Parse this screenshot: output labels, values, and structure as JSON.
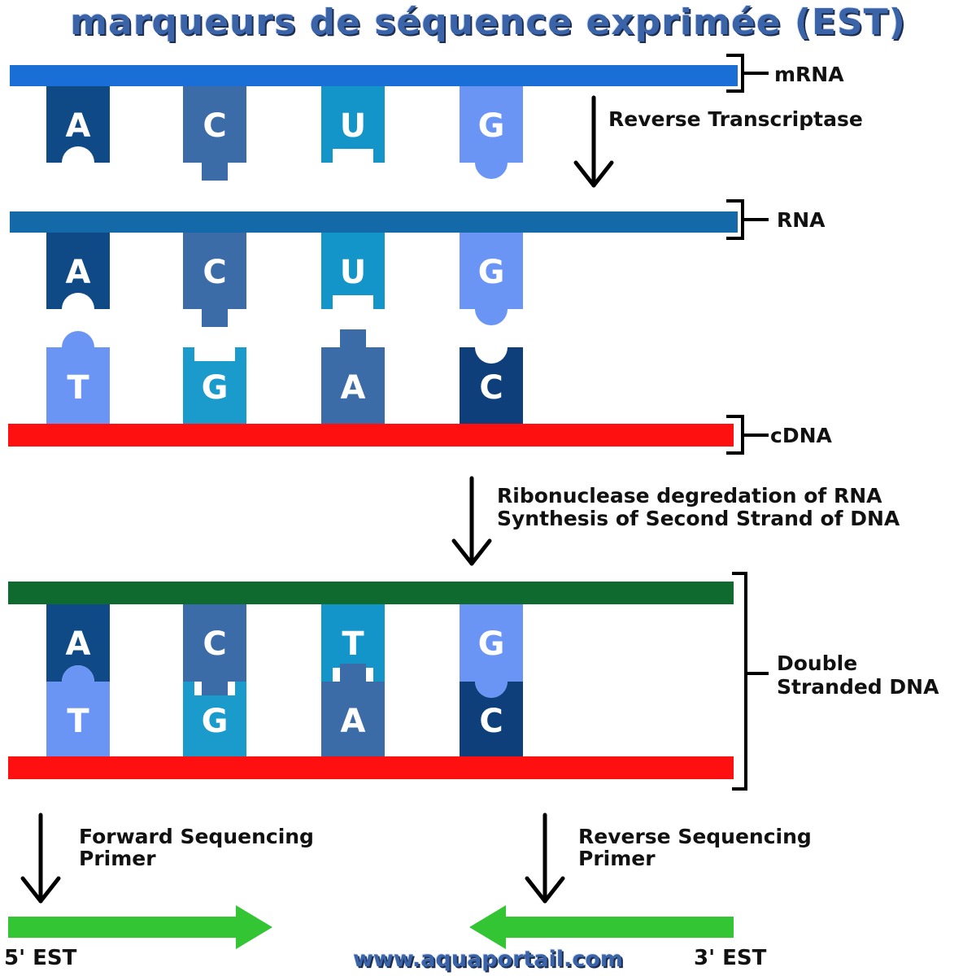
{
  "title": "marqueurs de séquence exprimée (EST)",
  "footer": "www.aquaportail.com",
  "strands": {
    "mrna": "mRNA",
    "rna": "RNA",
    "cdna": "cDNA",
    "dsdna": [
      "Double",
      "Stranded DNA"
    ]
  },
  "steps": {
    "reverse_transcriptase": "Reverse Transcriptase",
    "degradation": [
      "Ribonuclease degredation of RNA",
      "Synthesis of Second Strand of DNA"
    ],
    "forward_primer": [
      "Forward Sequencing",
      "Primer"
    ],
    "reverse_primer": [
      "Reverse Sequencing",
      "Primer"
    ]
  },
  "ends": {
    "five_prime": "5' EST",
    "three_prime": "3' EST"
  },
  "bases": {
    "mrna": [
      "A",
      "C",
      "U",
      "G"
    ],
    "rna": [
      "A",
      "C",
      "U",
      "G"
    ],
    "cdna": [
      "T",
      "G",
      "A",
      "C"
    ],
    "ds_top": [
      "A",
      "C",
      "T",
      "G"
    ],
    "ds_bottom": [
      "T",
      "G",
      "A",
      "C"
    ]
  },
  "colors": {
    "mrna_strand": "#1a6fd6",
    "rna_strand": "#146aa8",
    "cdna_strand": "#ff1010",
    "ds_top_strand": "#0e6a2e",
    "est_arrow": "#33c533",
    "base_A": "#0f4a86",
    "base_C": "#3c6ca8",
    "base_U": "#1395c9",
    "base_G": "#6b95f5",
    "base_T": "#6b95f5",
    "base_G_pair": "#1a9bcc",
    "base_A_pair": "#3c6ca8",
    "base_C_pair": "#0e3f7a",
    "label_text": "#111111",
    "title_text": "#3a63a8"
  }
}
